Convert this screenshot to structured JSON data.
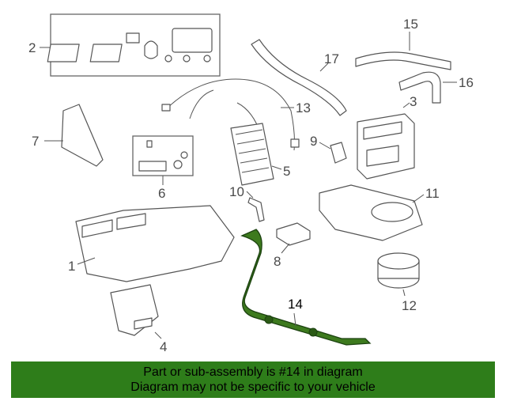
{
  "diagram": {
    "callouts": [
      {
        "id": "c1",
        "text": "1"
      },
      {
        "id": "c2",
        "text": "2"
      },
      {
        "id": "c3",
        "text": "3"
      },
      {
        "id": "c4",
        "text": "4"
      },
      {
        "id": "c5",
        "text": "5"
      },
      {
        "id": "c6",
        "text": "6"
      },
      {
        "id": "c7",
        "text": "7"
      },
      {
        "id": "c8",
        "text": "8"
      },
      {
        "id": "c9",
        "text": "9"
      },
      {
        "id": "c10",
        "text": "10"
      },
      {
        "id": "c11",
        "text": "11"
      },
      {
        "id": "c12",
        "text": "12"
      },
      {
        "id": "c13",
        "text": "13"
      },
      {
        "id": "c14",
        "text": "14"
      },
      {
        "id": "c15",
        "text": "15"
      },
      {
        "id": "c16",
        "text": "16"
      },
      {
        "id": "c17",
        "text": "17"
      }
    ],
    "highlight_color": "#3d7a1e",
    "line_color": "#555555"
  },
  "banner": {
    "line1": "Part or sub-assembly is #14 in diagram",
    "line2": "Diagram may not be specific to your vehicle",
    "background": "#2e7d1a"
  }
}
